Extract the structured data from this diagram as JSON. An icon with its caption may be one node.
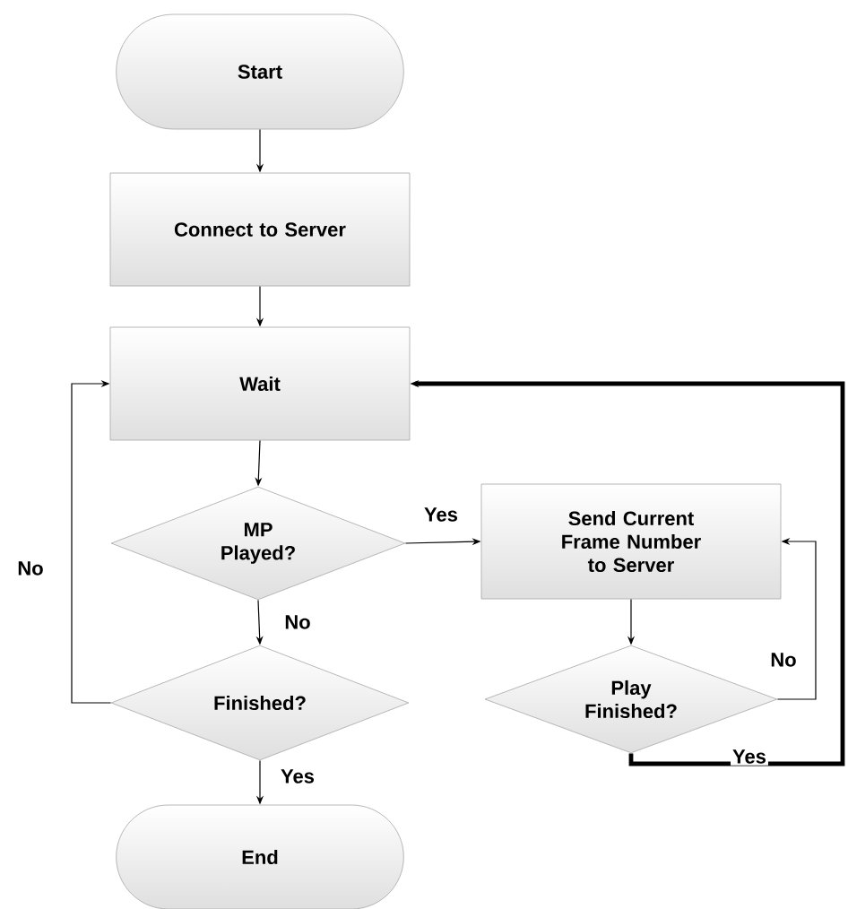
{
  "diagram": {
    "nodes": [
      {
        "text": [
          "Start"
        ]
      },
      {
        "text": [
          "Connect to Server"
        ]
      },
      {
        "text": [
          "Wait"
        ]
      },
      {
        "text": [
          "MP Played?"
        ]
      },
      {
        "text": [
          "Send Current Frame Number to Server"
        ]
      },
      {
        "text": [
          "Finished?"
        ]
      },
      {
        "text": [
          "Play Finished?"
        ]
      },
      {
        "text": [
          "End"
        ]
      }
    ],
    "edges": [
      {
        "from": 0,
        "to": 1,
        "arrow": "to"
      },
      {
        "from": 1,
        "to": 2,
        "arrow": "to"
      },
      {
        "from": 2,
        "to": 3,
        "arrow": "to"
      },
      {
        "from": 3,
        "to": 4,
        "arrow": "to",
        "label": "Yes"
      },
      {
        "from": 3,
        "to": 5,
        "arrow": "to",
        "label": "No"
      },
      {
        "from": 5,
        "to": 2,
        "arrow": "to",
        "label": "No"
      },
      {
        "from": 4,
        "to": 6,
        "arrow": "to"
      },
      {
        "from": 6,
        "to": 4,
        "arrow": "to",
        "label": "No"
      },
      {
        "from": 6,
        "to": 2,
        "arrow": "to",
        "label": "Yes",
        "style": "thick"
      },
      {
        "from": 5,
        "to": 7,
        "arrow": "to",
        "label": "Yes"
      }
    ]
  }
}
